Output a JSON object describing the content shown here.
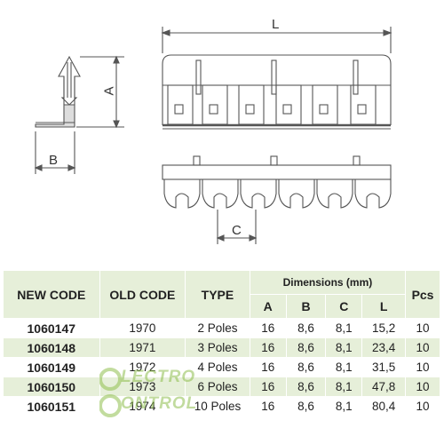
{
  "drawing": {
    "labels": {
      "L": "L",
      "A": "A",
      "B": "B",
      "C": "C"
    }
  },
  "table": {
    "headers": {
      "new_code": "NEW CODE",
      "old_code": "OLD CODE",
      "type": "TYPE",
      "dimensions": "Dimensions (mm)",
      "a": "A",
      "b": "B",
      "c": "C",
      "l": "L",
      "pcs": "Pcs"
    },
    "rows": [
      {
        "new_code": "1060147",
        "old_code": "1970",
        "type": "2 Poles",
        "a": "16",
        "b": "8,6",
        "c": "8,1",
        "l": "15,2",
        "pcs": "10"
      },
      {
        "new_code": "1060148",
        "old_code": "1971",
        "type": "3 Poles",
        "a": "16",
        "b": "8,6",
        "c": "8,1",
        "l": "23,4",
        "pcs": "10"
      },
      {
        "new_code": "1060149",
        "old_code": "1972",
        "type": "4 Poles",
        "a": "16",
        "b": "8,6",
        "c": "8,1",
        "l": "31,5",
        "pcs": "10"
      },
      {
        "new_code": "1060150",
        "old_code": "1973",
        "type": "6 Poles",
        "a": "16",
        "b": "8,6",
        "c": "8,1",
        "l": "47,8",
        "pcs": "10"
      },
      {
        "new_code": "1060151",
        "old_code": "1974",
        "type": "10 Poles",
        "a": "16",
        "b": "8,6",
        "c": "8,1",
        "l": "80,4",
        "pcs": "10"
      }
    ]
  },
  "watermark": {
    "line1": "LECTRO",
    "line2": "ONTROL",
    "color": "#8fbf4f"
  }
}
